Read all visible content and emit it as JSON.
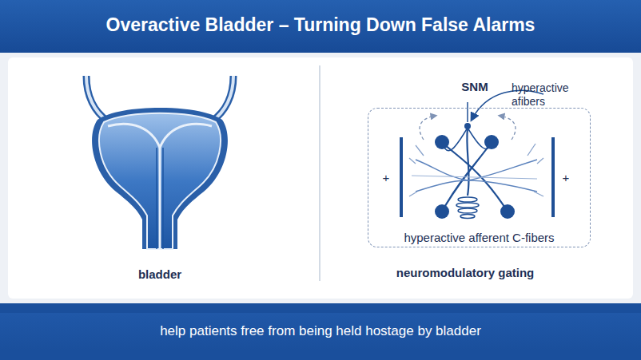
{
  "diagram": {
    "title": "Overactive Bladder – Turning Down False Alarms",
    "caption": "help patients free from being held hostage by bladder",
    "nodes": [
      {
        "text": [
          "hyperactive afferent C-fibers"
        ]
      }
    ],
    "labels": [
      "bladder",
      "SNM",
      "hyperactive afibers",
      "+",
      "+",
      "neuromodulatory gating"
    ]
  }
}
